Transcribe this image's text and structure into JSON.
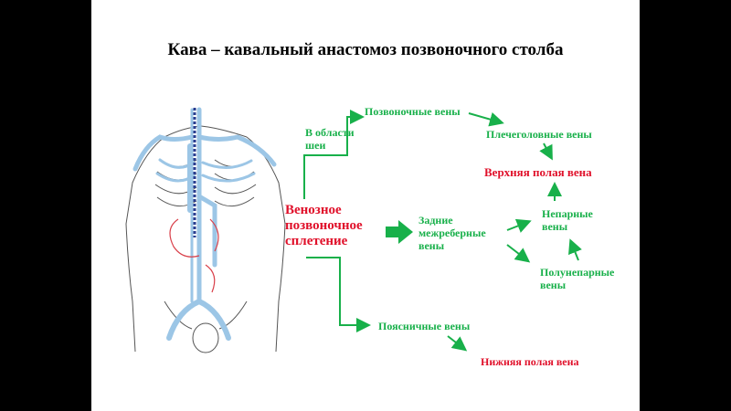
{
  "title": "Кава – кавальный анастомоз позвоночного столба",
  "labels": {
    "venous_plexus": "Венозное\nпозвоночное\nсплетение",
    "neck_region": "В области\nшеи",
    "vertebral_veins": "Позвоночные вены",
    "brachiocephalic_veins": "Плечеголовные вены",
    "superior_vena_cava": "Верхняя полая вена",
    "posterior_intercostal_veins": "Задние\nмежреберные\nвены",
    "azygos_veins": "Непарные\nвены",
    "hemiazygos_veins": "Полунепарные\nвены",
    "lumbar_veins": "Поясничные вены",
    "inferior_vena_cava": "Нижняя полая вена"
  },
  "colors": {
    "green": "#18b04a",
    "red": "#e0102a",
    "vein_blue": "#9cc6e6",
    "artery_red": "#d9404a"
  }
}
